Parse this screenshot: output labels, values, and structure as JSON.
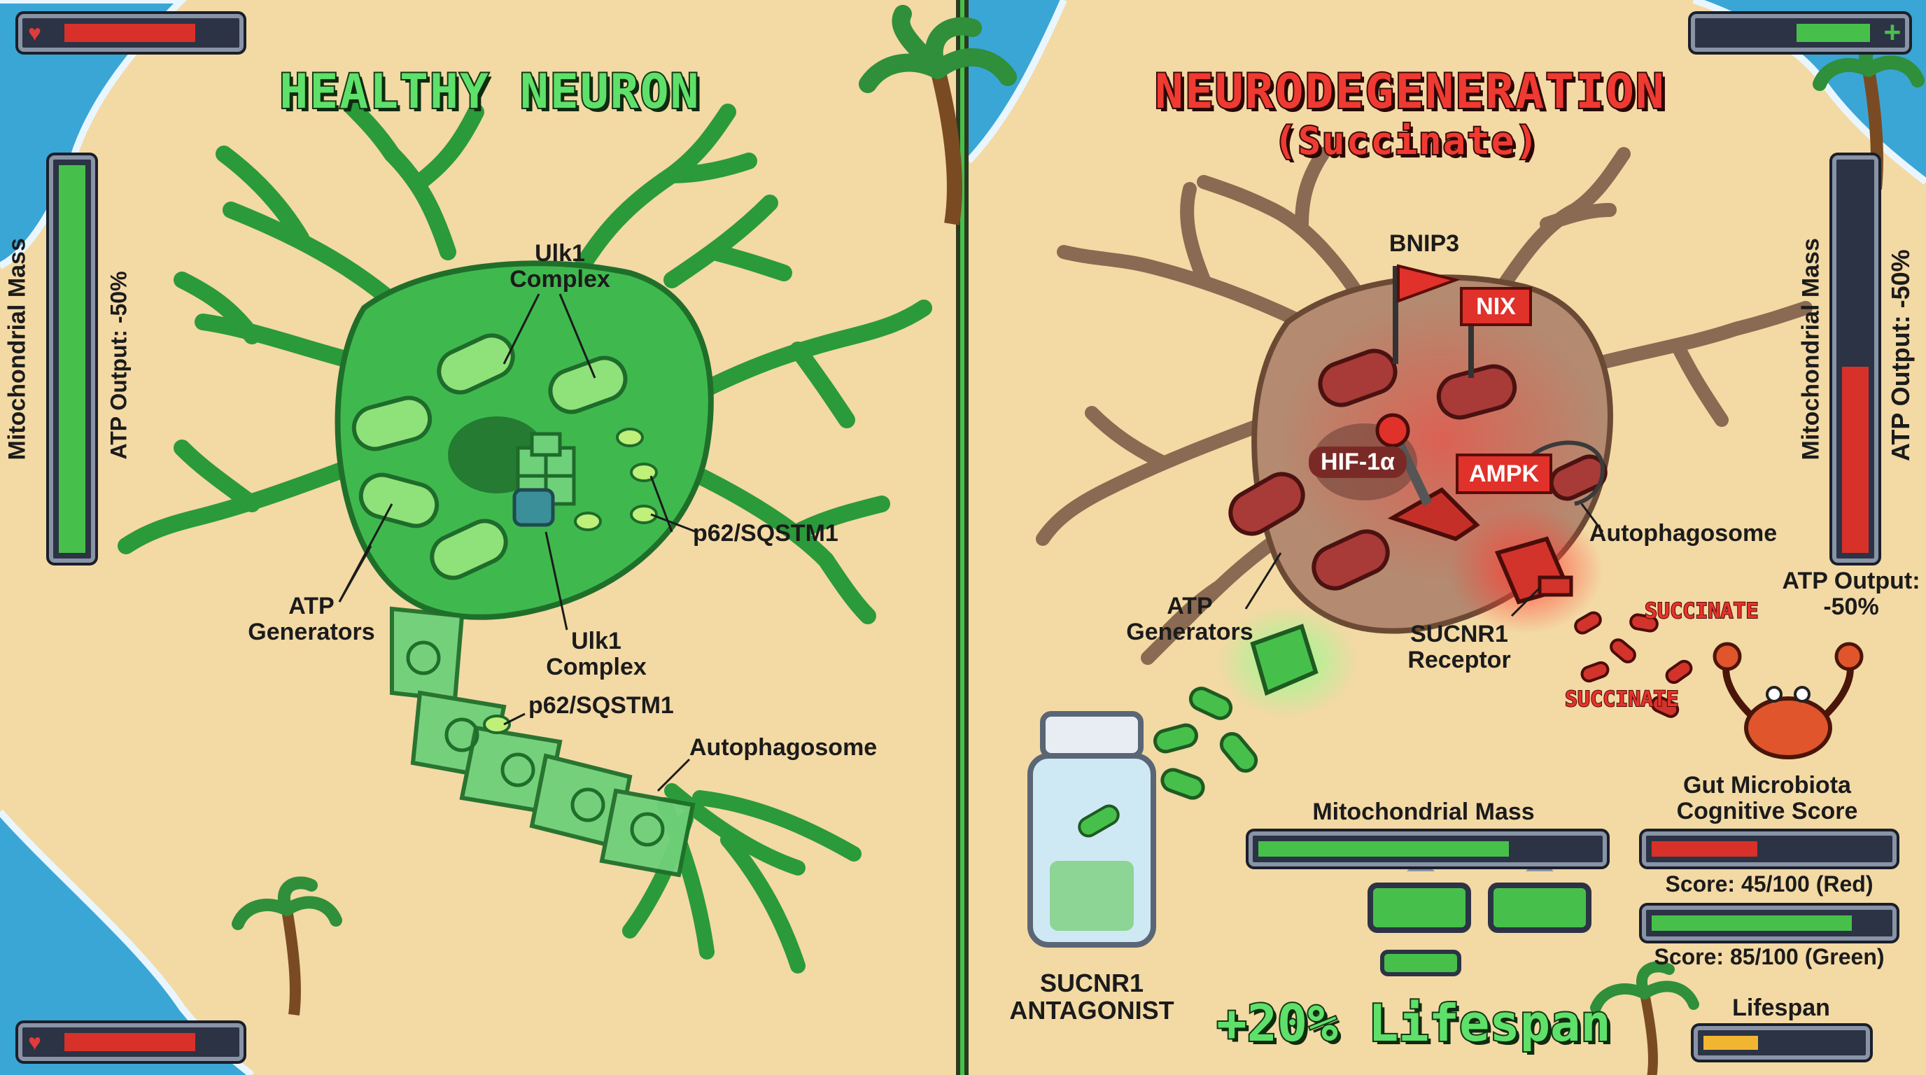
{
  "left_panel": {
    "title": "HEALTHY NEURON",
    "labels": {
      "ulk1_top": "Ulk1\nComplex",
      "p62_right": "p62/SQSTM1",
      "atp_generators": "ATP\nGenerators",
      "ulk1_bottom": "Ulk1\nComplex",
      "p62_bottom": "p62/SQSTM1",
      "autophagosome": "Autophagosome"
    },
    "mitochondrial_mass_label": "Mitochondrial Mass",
    "atp_output_label": "ATP Output: -50%",
    "mitochondrial_mass_level": 1.0
  },
  "right_panel": {
    "title": "NEURODEGENERATION",
    "subtitle": "(Succinate)",
    "labels": {
      "bnip3": "BNIP3",
      "nix": "NIX",
      "hif": "HIF-1α",
      "ampk": "AMPK",
      "autophagosome": "Autophagosome",
      "atp_generators": "ATP\nGenerators",
      "sucnr1_receptor": "SUCNR1\nReceptor",
      "succinate_1": "SUCCINATE",
      "succinate_2": "SUCCINATE",
      "antagonist": "SUCNR1\nANTAGONIST"
    },
    "mitochondrial_mass_label": "Mitochondrial Mass",
    "mitochondrial_mass_level": 0.48,
    "atp_output_label": "ATP Output:\n-50%"
  },
  "hud": {
    "top_left_health": 0.8,
    "bottom_left_health": 0.8,
    "top_right_health": 0.45,
    "mito_mass_bar_label": "Mitochondrial Mass",
    "mito_mass_bar_level": 0.74,
    "gut_label": "Gut Microbiota\nCognitive Score",
    "score_red_text": "Score: 45/100 (Red)",
    "score_red_level": 0.45,
    "score_green_text": "Score: 85/100 (Green)",
    "score_green_level": 0.85,
    "lifespan_label": "Lifespan",
    "lifespan_level": 0.35,
    "lifespan_bonus": "+20% Lifespan"
  },
  "colors": {
    "sand": "#f3d9a4",
    "water": "#3aa6d6",
    "healthy_green": "#3fb94e",
    "degenerate_brown": "#9c7a60",
    "red_mito": "#a83a38",
    "hud_red": "#d8312a",
    "hud_green": "#46c04a",
    "hud_yellow": "#f1b531"
  }
}
